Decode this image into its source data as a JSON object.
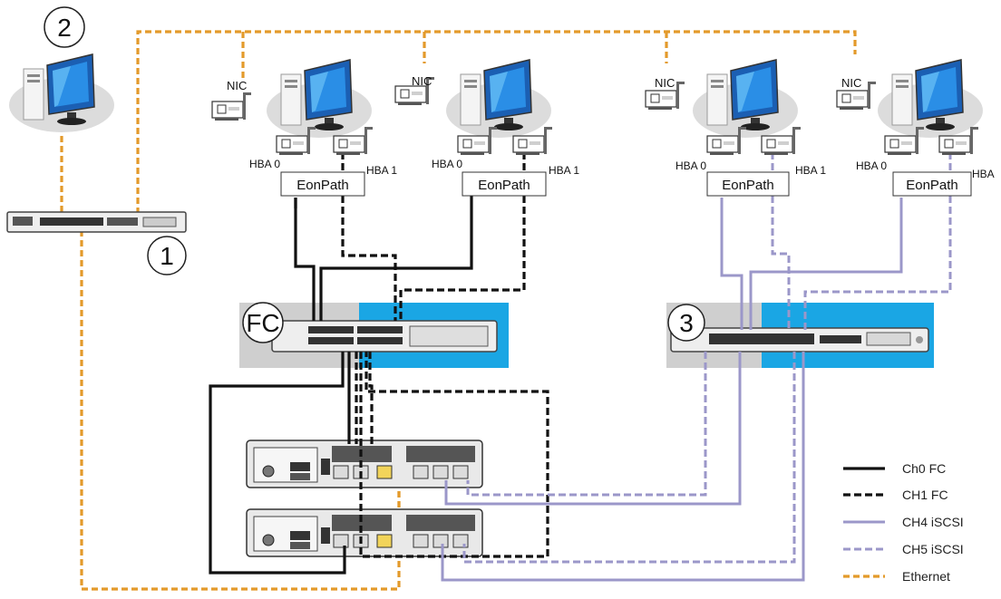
{
  "markers": {
    "one": "1",
    "two": "2",
    "three": "3",
    "fc": "FC"
  },
  "hosts": [
    {
      "nic": "NIC",
      "hba0": "HBA 0",
      "hba1": "HBA 1",
      "eonpath": "EonPath"
    },
    {
      "nic": "NIC",
      "hba0": "HBA 0",
      "hba1": "HBA 1",
      "eonpath": "EonPath"
    },
    {
      "nic": "NIC",
      "hba0": "HBA 0",
      "hba1": "HBA 1",
      "eonpath": "EonPath"
    },
    {
      "nic": "NIC",
      "hba0": "HBA 0",
      "hba1": "HBA",
      "eonpath": "EonPath"
    }
  ],
  "legend": [
    {
      "label": "Ch0 FC",
      "color": "#111111",
      "style": "solid"
    },
    {
      "label": "CH1 FC",
      "color": "#111111",
      "style": "dashed"
    },
    {
      "label": "CH4 iSCSI",
      "color": "#9b97c9",
      "style": "solid"
    },
    {
      "label": "CH5 iSCSI",
      "color": "#9b97c9",
      "style": "dashed"
    },
    {
      "label": "Ethernet",
      "color": "#e39a2b",
      "style": "dashed"
    }
  ],
  "colors": {
    "ethernet": "#e39a2b",
    "fc": "#111111",
    "iscsi": "#9b97c9",
    "switch_accent": "#1aa6e4",
    "switch_gray": "#cfcfcf"
  }
}
